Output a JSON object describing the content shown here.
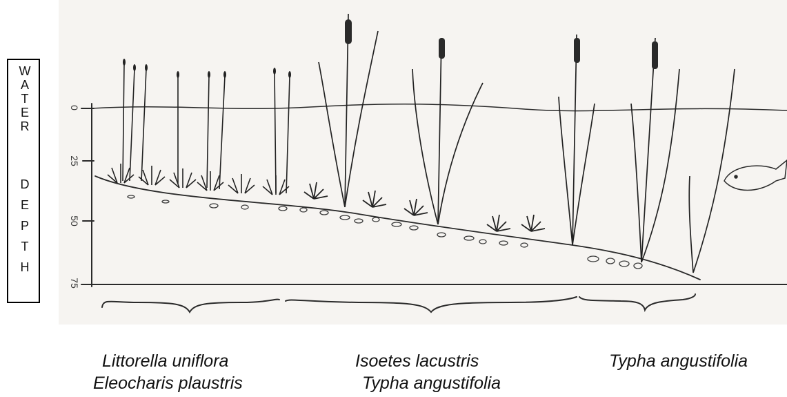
{
  "depth_label": {
    "letters": [
      "W",
      "A",
      "T",
      "E",
      "R",
      "",
      "D",
      "E",
      "P",
      "T",
      "H"
    ]
  },
  "depth_ticks": [
    "0",
    "25",
    "50",
    "75"
  ],
  "zones": [
    {
      "lines": [
        "Littorella uniflora",
        "Eleocharis plaustris"
      ]
    },
    {
      "lines": [
        "Isoetes lacustris",
        "Typha angustifolia"
      ]
    },
    {
      "lines": [
        "Typha angustifolia"
      ]
    }
  ],
  "colors": {
    "ink": "#2a2a2a",
    "paper": "#f6f4f1"
  }
}
